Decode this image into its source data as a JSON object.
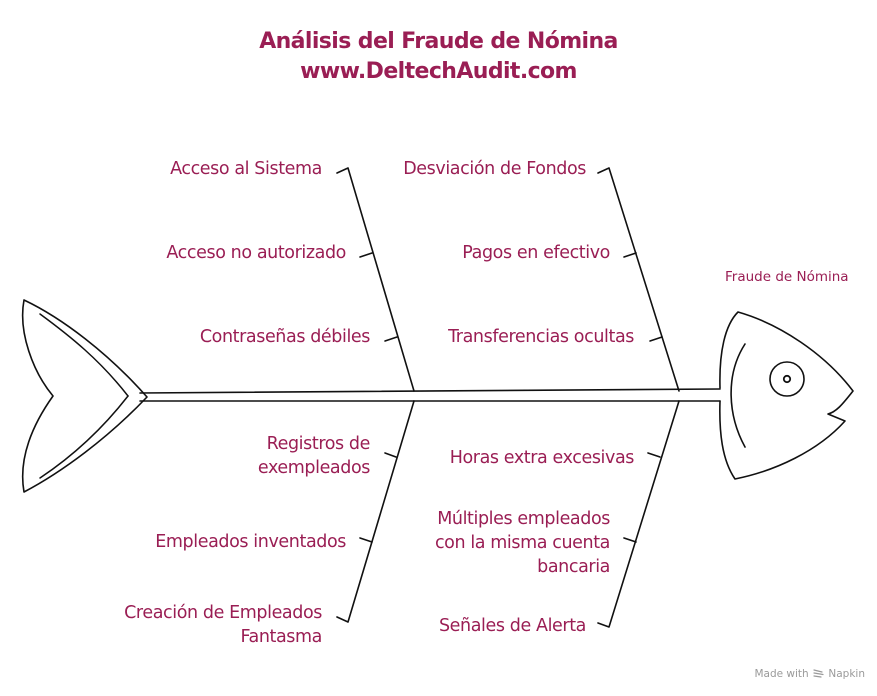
{
  "colors": {
    "accent": "#9a1e54",
    "line": "#111111",
    "footer": "#9a9a9a"
  },
  "title": {
    "line1": "Análisis del Fraude de Nómina",
    "line2": "www.DeltechAudit.com"
  },
  "head_label": "Fraude de Nómina",
  "categories": [
    {
      "name": "Acceso al Sistema",
      "causes": [
        "Acceso no autorizado",
        "Contraseñas débiles"
      ]
    },
    {
      "name": "Desviación de Fondos",
      "causes": [
        "Pagos en efectivo",
        "Transferencias ocultas"
      ]
    },
    {
      "name": "Creación de Empleados Fantasma",
      "causes": [
        "Empleados inventados",
        "Registros de exempleados"
      ]
    },
    {
      "name": "Señales de Alerta",
      "causes": [
        "Múltiples empleados con la misma cuenta bancaria",
        "Horas extra excesivas"
      ]
    }
  ],
  "footer": {
    "prefix": "Made with",
    "brand": "Napkin",
    "icon": "napkin-logo-icon"
  }
}
